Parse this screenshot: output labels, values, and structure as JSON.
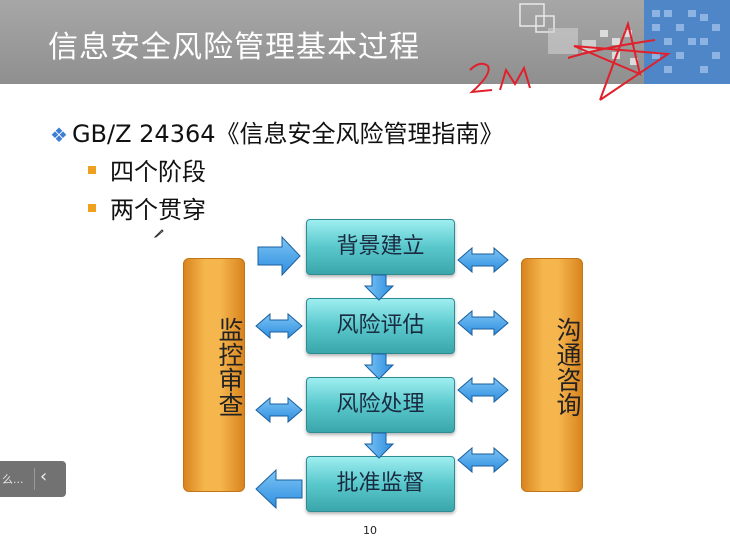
{
  "slide": {
    "title": "信息安全风险管理基本过程",
    "bullet_main": "GB/Z 24364《信息安全风险管理指南》",
    "sub_bullets": [
      "四个阶段",
      "两个贯穿"
    ],
    "left_pillar": "监控审查",
    "right_pillar": "沟通咨询",
    "stages": [
      "背景建立",
      "风险评估",
      "风险处理",
      "批准监督"
    ],
    "page_number": "10"
  },
  "annotation": {
    "handwriting": "2M"
  },
  "side_widget": {
    "label": "么..."
  },
  "icons": {
    "diamond_bullet": "❖",
    "chevron": "‹"
  },
  "colors": {
    "title_bar": "#999999",
    "pillar": "#f6b64e",
    "stage_box": "#59c8cc",
    "arrow": "#4aa8ec",
    "pen_ink": "#e0202a"
  }
}
